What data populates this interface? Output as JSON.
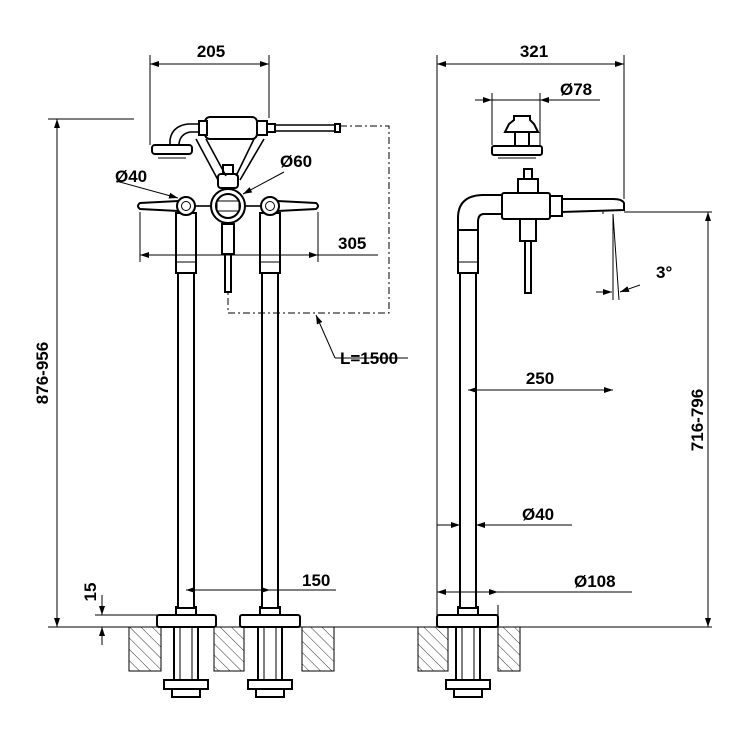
{
  "dimensions": {
    "top_width_front": "205",
    "handle_diameter": "Ø40",
    "center_diameter": "Ø60",
    "handle_span": "305",
    "hose_length": "L=1500",
    "overall_height": "876-956",
    "base_thickness": "15",
    "column_spacing": "150",
    "top_width_side": "321",
    "shower_diameter": "Ø78",
    "spout_angle": "3°",
    "spout_reach": "250",
    "spout_height": "716-796",
    "column_diameter": "Ø40",
    "base_diameter": "Ø108"
  }
}
